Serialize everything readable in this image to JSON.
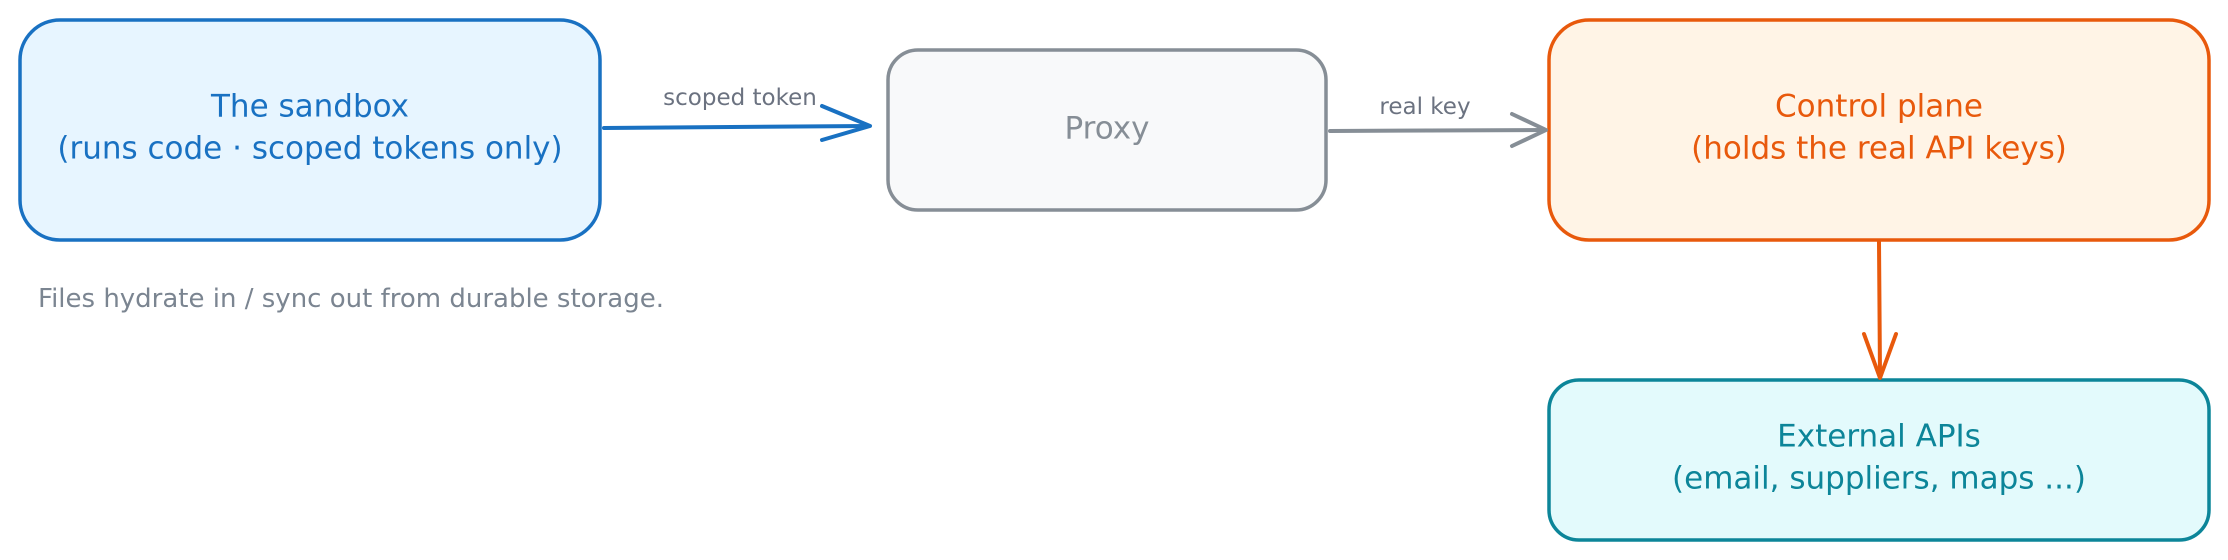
{
  "nodes": {
    "sandbox": {
      "line1": "The sandbox",
      "line2": "(runs code · scoped tokens only)",
      "color": "#1971c2",
      "fill": "#e7f5ff"
    },
    "proxy": {
      "label": "Proxy",
      "color": "#868e96",
      "fill": "#f8f9fa"
    },
    "control_plane": {
      "line1": "Control plane",
      "line2": "(holds the real API keys)",
      "color": "#e8590c",
      "fill": "#fff4e6"
    },
    "external_apis": {
      "line1": "External APIs",
      "line2": "(email, suppliers, maps ...)",
      "color": "#0c8599",
      "fill": "#e3fafc"
    }
  },
  "edges": {
    "sandbox_to_proxy": {
      "label": "scoped token",
      "color": "#1971c2"
    },
    "proxy_to_control": {
      "label": "real key",
      "color": "#868e96"
    },
    "control_to_external": {
      "label": "",
      "color": "#e8590c"
    }
  },
  "note": {
    "text": "Files hydrate in / sync out from durable storage."
  }
}
